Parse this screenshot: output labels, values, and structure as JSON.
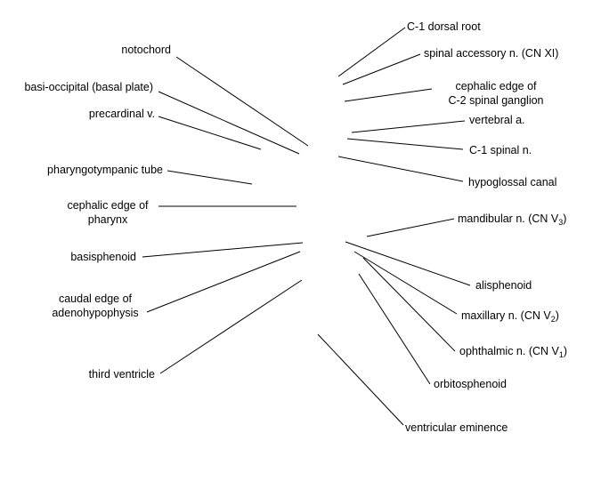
{
  "labels": {
    "notochord": "notochord",
    "basi_occipital": "basi-occipital (basal plate)",
    "precardinal_v": "precardinal v.",
    "pharyngotympanic_tube": "pharyngotympanic tube",
    "cephalic_edge_pharynx_1": "cephalic edge of",
    "cephalic_edge_pharynx_2": "pharynx",
    "basisphenoid": "basisphenoid",
    "caudal_edge_adenohypophysis_1": "caudal edge of",
    "caudal_edge_adenohypophysis_2": "adenohypophysis",
    "third_ventricle": "third ventricle",
    "c1_dorsal_root": "C-1 dorsal root",
    "spinal_accessory_n": "spinal accessory n. (CN XI)",
    "cephalic_edge_c2_1": "cephalic edge of",
    "cephalic_edge_c2_2": "C-2 spinal ganglion",
    "vertebral_a": "vertebral a.",
    "c1_spinal_n": "C-1 spinal n.",
    "hypoglossal_canal": "hypoglossal canal",
    "mandibular_n": "mandibular n. (CN V",
    "mandibular_n_sub": "3",
    "alisphenoid": "alisphenoid",
    "maxillary_n": "maxillary n. (CN V",
    "maxillary_n_sub": "2",
    "ophthalmic_n": "ophthalmic n. (CN V",
    "ophthalmic_n_sub": "1",
    "orbitosphenoid": "orbitosphenoid",
    "ventricular_eminence": "ventricular eminence",
    "close_paren": ")"
  }
}
